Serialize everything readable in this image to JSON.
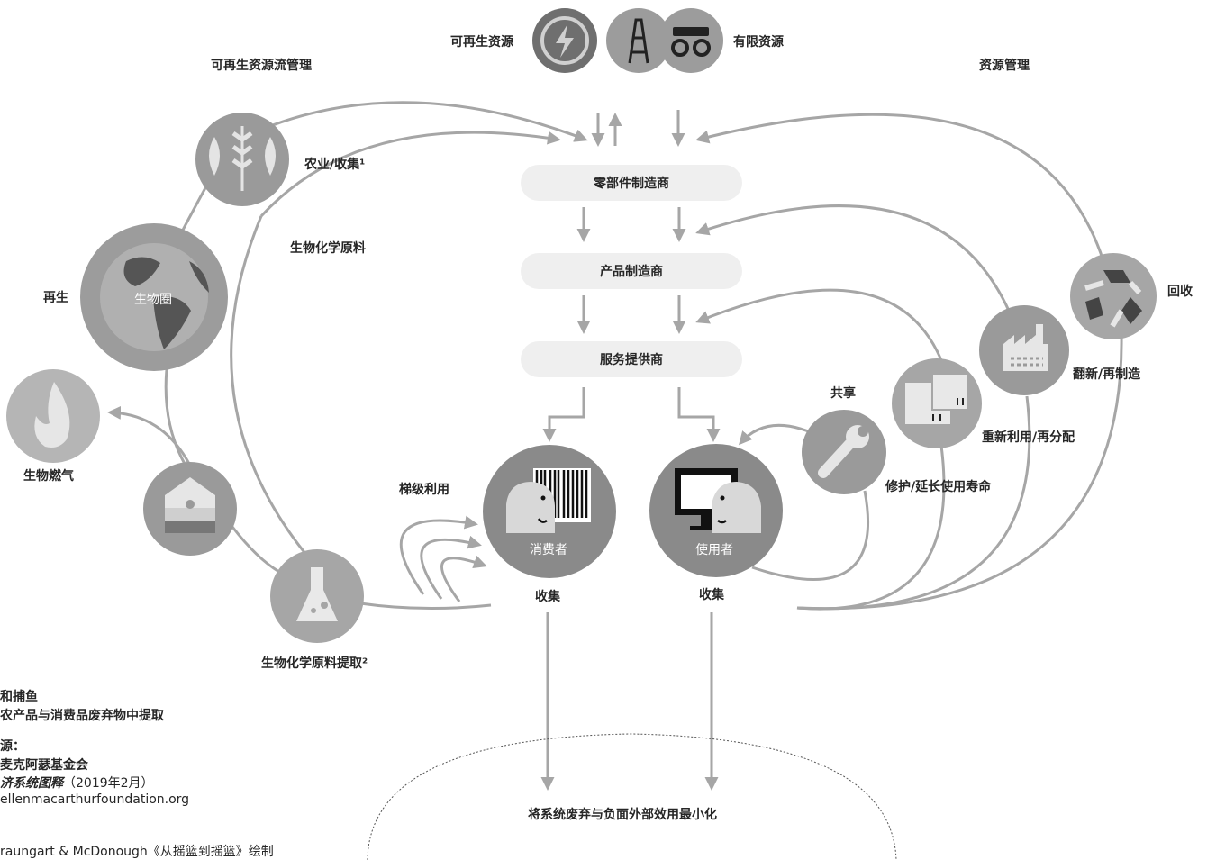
{
  "header": {
    "renewable": "可再生资源",
    "finite": "有限资源",
    "renewable_flow": "可再生资源流管理",
    "stock_management": "资源管理"
  },
  "tech_chain": {
    "parts_maker": "零部件制造商",
    "product_maker": "产品制造商",
    "service_provider": "服务提供商"
  },
  "bio_cycle": {
    "farming": "农业/收集¹",
    "biochemical_feedstock": "生物化学原料",
    "regeneration": "再生",
    "biosphere": "生物圈",
    "biogas": "生物燃气",
    "cascades": "梯级利用",
    "extraction": "生物化学原料提取²"
  },
  "tech_cycle": {
    "sharing": "共享",
    "maintain": "修护/延长使用寿命",
    "reuse": "重新利用/再分配",
    "refurbish": "翻新/再制造",
    "recycle": "回收"
  },
  "people": {
    "consumer": "消费者",
    "user": "使用者",
    "collection_left": "收集",
    "collection_right": "收集"
  },
  "bottom": {
    "minimise": "将系统废弃与负面外部效用最小化"
  },
  "footnotes": {
    "n1": "和捕鱼",
    "n2": "农产品与消费品废弃物中提取",
    "source_head": "源：",
    "source_org": "麦克阿瑟基金会",
    "source_title": "济系统图释",
    "source_date": "（2019年2月）",
    "source_url": "ellenmacarthurfoundation.org",
    "credit": "raungart & McDonough《从摇篮到摇篮》绘制"
  },
  "icons": [
    "renewable-energy-icon",
    "oil-rig-icon",
    "mining-cart-icon",
    "fish-wheat-icon",
    "globe-icon",
    "flame-icon",
    "soil-icon",
    "flask-icon",
    "barcode-icon",
    "monitor-icon",
    "wrench-icon",
    "boxes-icon",
    "factory-icon",
    "recycle-icon"
  ],
  "colors": {
    "arrow": "#a6a6a6",
    "circle": "#8f8f8f",
    "pill": "#efefef",
    "text": "#262626"
  }
}
